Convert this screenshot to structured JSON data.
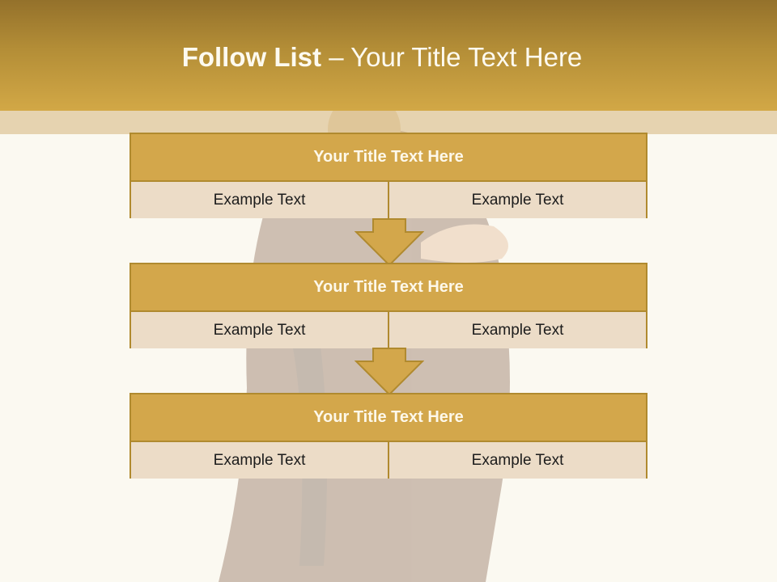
{
  "slide": {
    "title_bold": "Follow List",
    "title_rest": " – Your Title Text Here"
  },
  "steps": [
    {
      "title": "Your Title Text Here",
      "left": "Example Text",
      "right": "Example Text"
    },
    {
      "title": "Your Title Text Here",
      "left": "Example Text",
      "right": "Example Text"
    },
    {
      "title": "Your Title Text Here",
      "left": "Example Text",
      "right": "Example Text"
    }
  ],
  "colors": {
    "header": "#b48e37",
    "box_title": "#d3a74b",
    "box_cell": "#ecdcc7",
    "border": "#b08a2f"
  }
}
